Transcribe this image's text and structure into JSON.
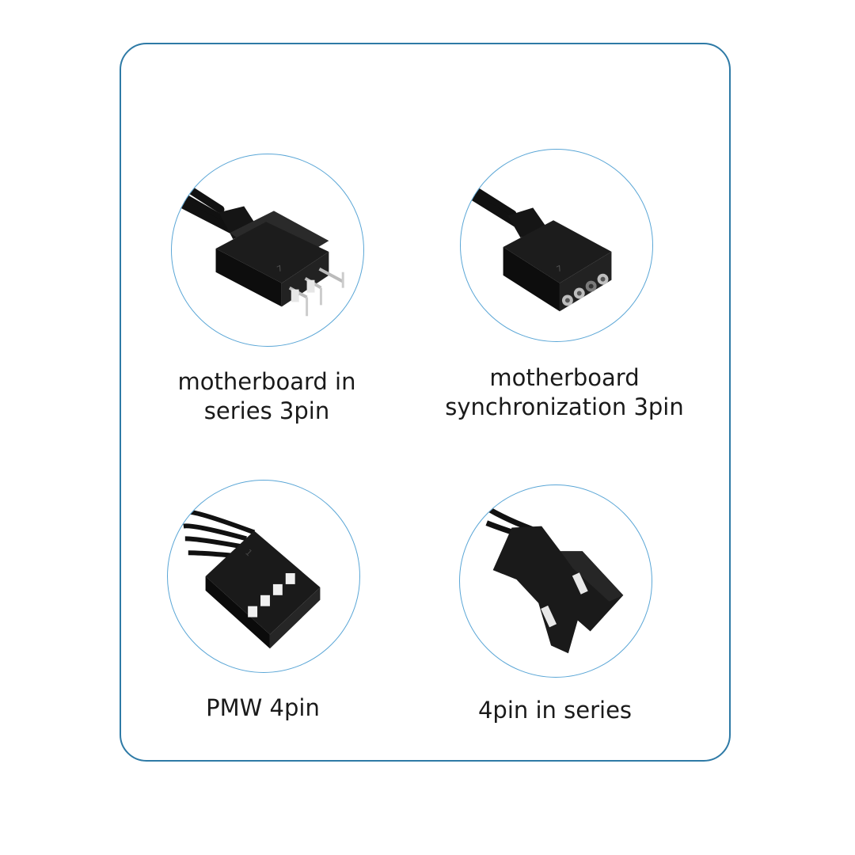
{
  "items": [
    {
      "label": "motherboard in\nseries 3pin",
      "icon": "3-pin-motherboard-connector"
    },
    {
      "label": "motherboard\nsynchronization 3pin",
      "icon": "3-pin-sync-connector"
    },
    {
      "label": "PMW 4pin",
      "icon": "4-pin-pwm-connector"
    },
    {
      "label": "4pin in series",
      "icon": "2-pin-fan-connector"
    }
  ]
}
